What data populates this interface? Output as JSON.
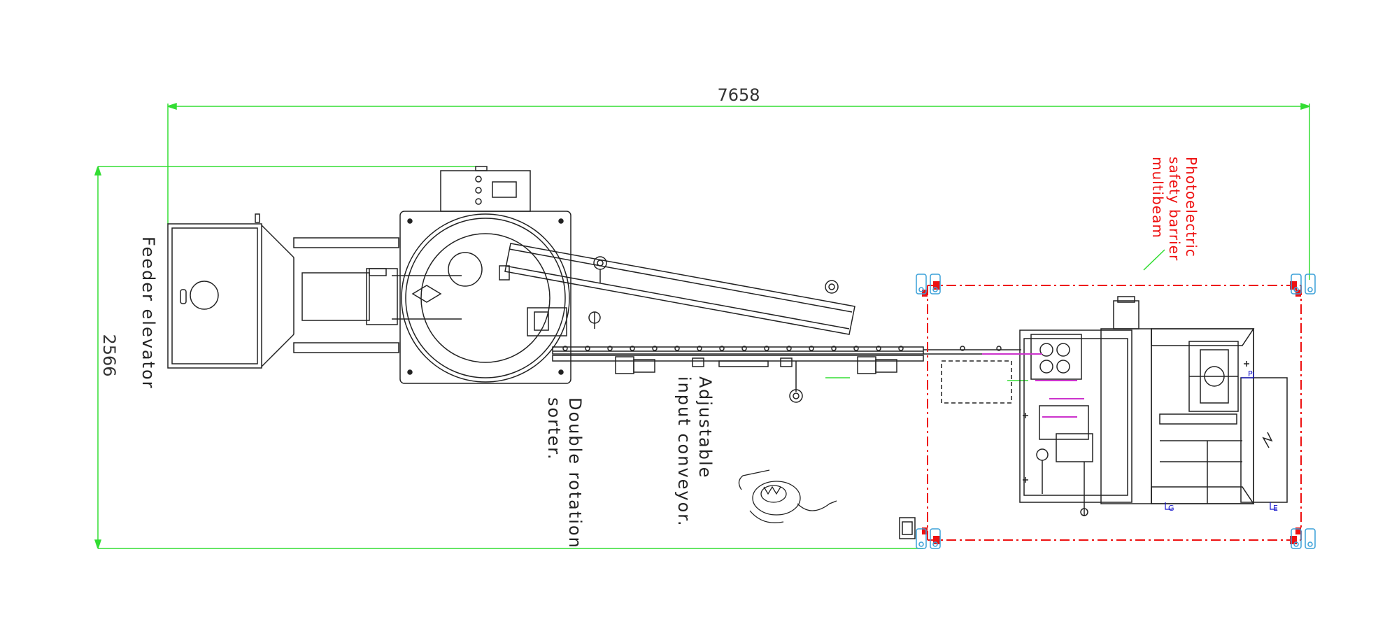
{
  "dimensions": {
    "overall_length": "7658",
    "overall_width": "2566"
  },
  "labels": {
    "feeder": "Feeder elevator",
    "sorter_line1": "Double rotation",
    "sorter_line2": "sorter.",
    "conveyor_line1": "Adjustable",
    "conveyor_line2": "input conveyor.",
    "barrier_line1": "Photoelectric",
    "barrier_line2": "safety barrier",
    "barrier_line3": "multibeam"
  },
  "markers": {
    "p": "P",
    "g": "G",
    "e": "E"
  },
  "colors": {
    "dimension_line": "#33dd33",
    "safety_barrier": "#ee1111",
    "sensor": "#3aa0d8",
    "drawing": "#222222",
    "accent": "#cc33cc"
  }
}
